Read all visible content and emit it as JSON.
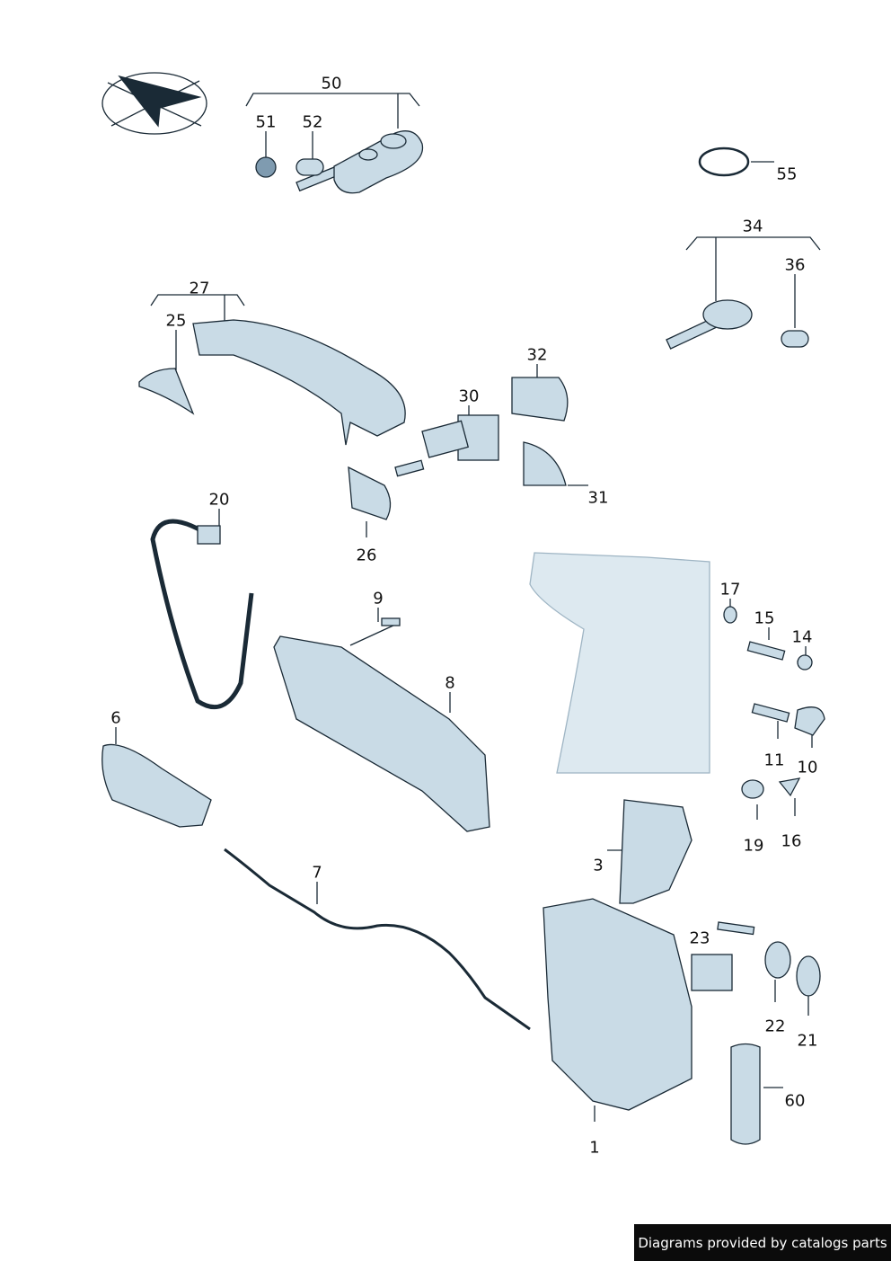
{
  "diagram": {
    "part_labels": {
      "p50": "50",
      "p51": "51",
      "p52": "52",
      "p55": "55",
      "p34": "34",
      "p36": "36",
      "p27": "27",
      "p25": "25",
      "p32": "32",
      "p30": "30",
      "p31": "31",
      "p26": "26",
      "p20": "20",
      "p9": "9",
      "p17": "17",
      "p15": "15",
      "p14": "14",
      "p8": "8",
      "p6": "6",
      "p11": "11",
      "p10": "10",
      "p19": "19",
      "p16": "16",
      "p3": "3",
      "p7": "7",
      "p23": "23",
      "p22": "22",
      "p21": "21",
      "p60": "60",
      "p1": "1"
    },
    "colors": {
      "part_fill": "#c9dbe6",
      "part_dark": "#7f9bb0",
      "line": "#1a2a36"
    }
  },
  "footer": {
    "text": "Diagrams provided by catalogs parts"
  }
}
